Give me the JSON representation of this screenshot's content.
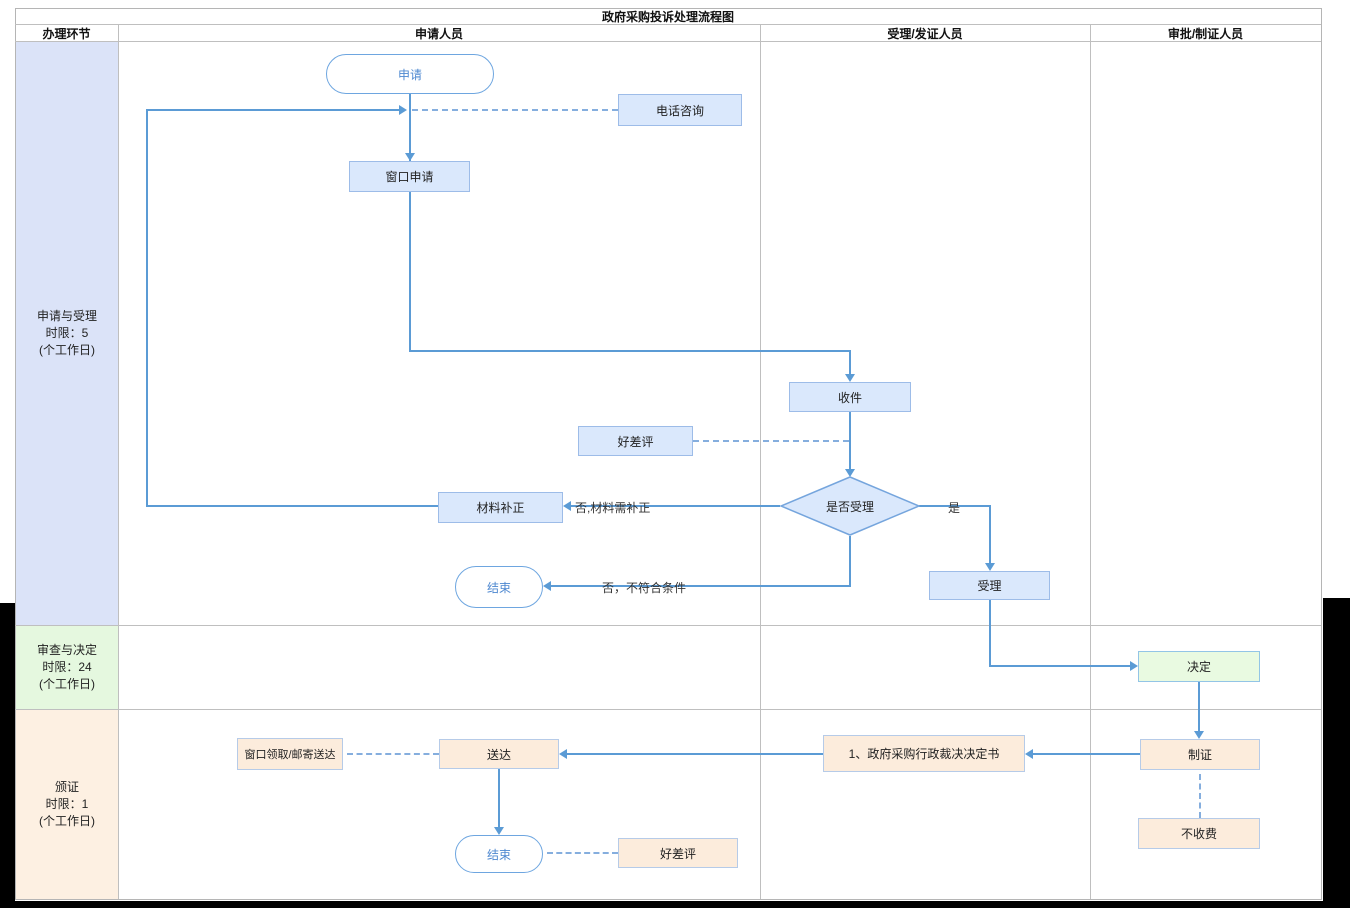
{
  "title": "政府采购投诉处理流程图",
  "columns": {
    "stage": "办理环节",
    "applicant": "申请人员",
    "acceptor": "受理/发证人员",
    "approver": "审批/制证人员"
  },
  "lanes": [
    {
      "name": "申请与受理",
      "limit": "时限：5",
      "unit": "(个工作日)",
      "color": "#dbe3f8"
    },
    {
      "name": "审查与决定",
      "limit": "时限：24",
      "unit": "(个工作日)",
      "color": "#e5f8df"
    },
    {
      "name": "颁证",
      "limit": "时限：1",
      "unit": "(个工作日)",
      "color": "#fdf0e2"
    }
  ],
  "nodes": {
    "start": "申请",
    "phone_consult": "电话咨询",
    "window_apply": "窗口申请",
    "receive": "收件",
    "review_top": "好差评",
    "accept_decision": "是否受理",
    "material_fix": "材料补正",
    "end_top": "结束",
    "accept": "受理",
    "decide": "决定",
    "make_cert": "制证",
    "no_fee": "不收费",
    "ruling_doc": "1、政府采购行政裁决决定书",
    "deliver": "送达",
    "pickup": "窗口领取/邮寄送达",
    "end_bottom": "结束",
    "review_bottom": "好差评"
  },
  "edge_labels": {
    "need_fix": "否,材料需补正",
    "yes": "是",
    "not_qualified": "否，不符合条件"
  },
  "colors": {
    "flow_line": "#5b9bd5",
    "dashed_line": "#85aede",
    "node_blue_fill": "#dae8fc",
    "node_green_fill": "#e9fae1",
    "node_peach_fill": "#fcecdc",
    "stadium_border": "#6ea6e0",
    "stadium_text": "#4e88d0",
    "grid_line": "#bfbfbf"
  }
}
